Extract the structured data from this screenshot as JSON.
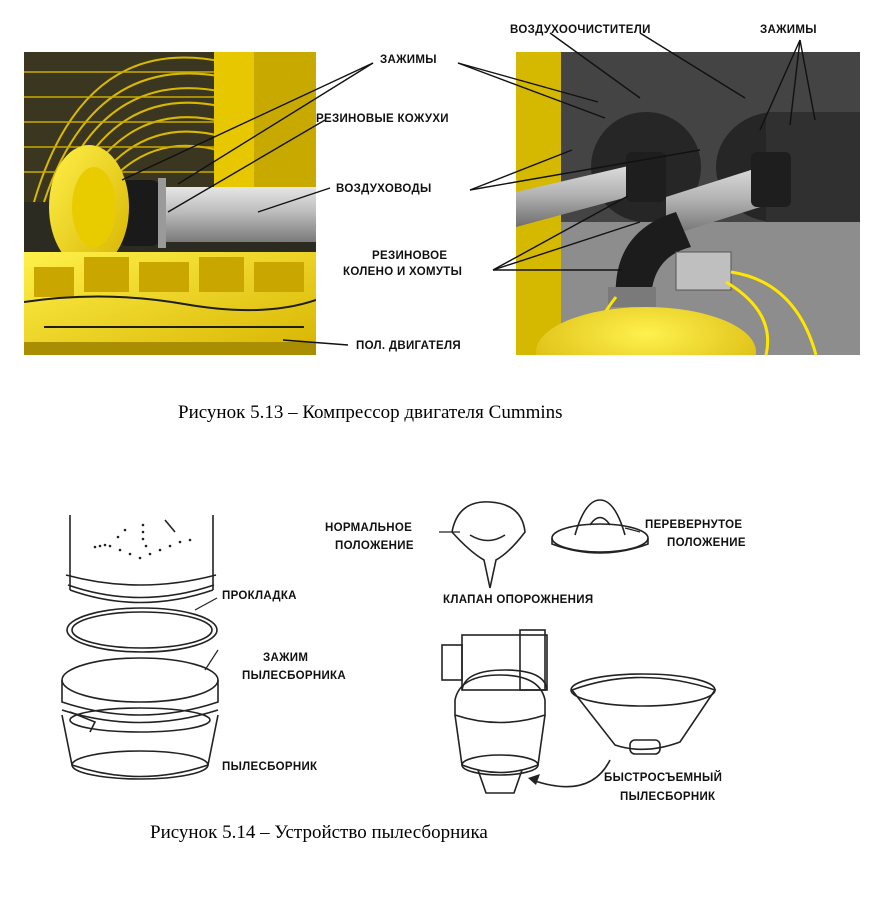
{
  "figure_13": {
    "labels": {
      "clamps_left": "ЗАЖИМЫ",
      "rubber_boots": "РЕЗИНОВЫЕ КОЖУХИ",
      "air_ducts": "ВОЗДУХОВОДЫ",
      "rubber_elbow_line1": "РЕЗИНОВОЕ",
      "rubber_elbow_line2": "КОЛЕНО И ХОМУТЫ",
      "engine_floor": "ПОЛ. ДВИГАТЕЛЯ",
      "air_cleaners": "ВОЗДУХООЧИСТИТЕЛИ",
      "clamps_right": "ЗАЖИМЫ"
    },
    "caption": "Рисунок 5.13 – Компрессор двигателя Cummins"
  },
  "figure_14": {
    "labels": {
      "normal_line1": "НОРМАЛЬНОЕ",
      "normal_line2": "ПОЛОЖЕНИЕ",
      "inverted_line1": "ПЕРЕВЕРНУТОЕ",
      "inverted_line2": "ПОЛОЖЕНИЕ",
      "drain_valve": "КЛАПАН ОПОРОЖНЕНИЯ",
      "gasket": "ПРОКЛАДКА",
      "clamp_line1": "ЗАЖИМ",
      "clamp_line2": "ПЫЛЕСБОРНИКА",
      "dust_collector": "ПЫЛЕСБОРНИК",
      "quick_line1": "БЫСТРОСЪЕМНЫЙ",
      "quick_line2": "ПЫЛЕСБОРНИК"
    },
    "caption": "Рисунок 5.14 – Устройство пылесборника"
  },
  "colors": {
    "engine_yellow": "#f2d200",
    "pipe_gray": "#b8b8b8",
    "rubber_black": "#1c1c1c",
    "background_dark": "#4a4a4a"
  }
}
